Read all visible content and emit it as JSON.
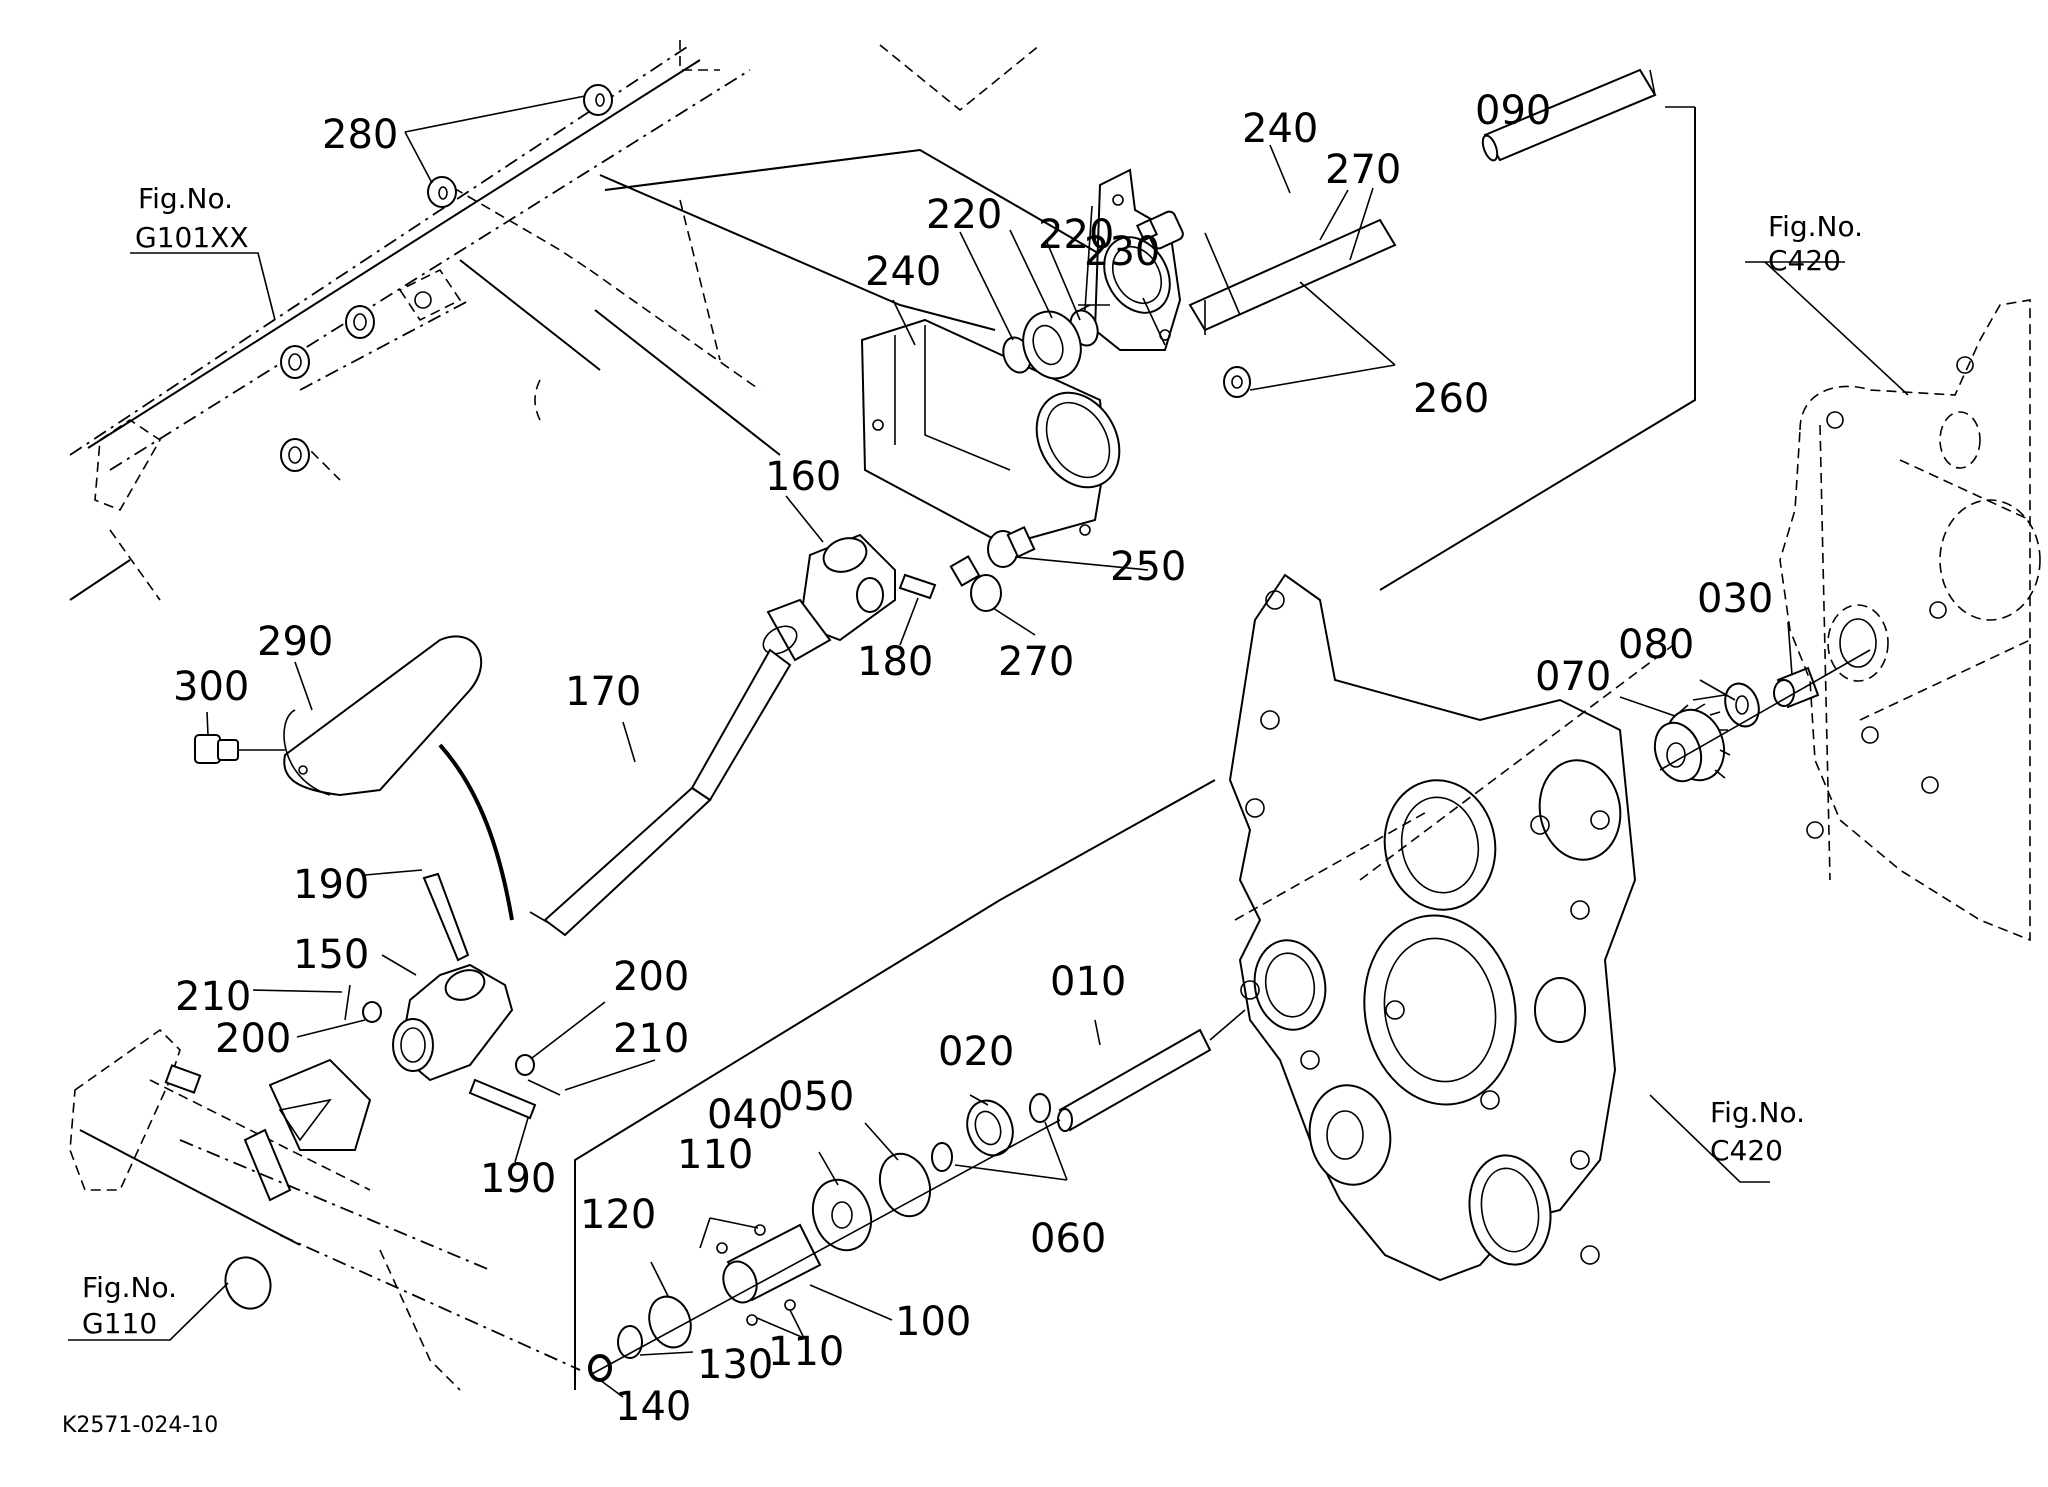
{
  "diagram": {
    "type": "exploded-parts-diagram",
    "drawing_code": "K2571-024-10",
    "figure_references": [
      {
        "id": "fig-g101xx",
        "line1": "Fig.No.",
        "line2": "G101XX"
      },
      {
        "id": "fig-c420-top",
        "line1": "Fig.No.",
        "line2": "C420"
      },
      {
        "id": "fig-c420-bottom",
        "line1": "Fig.No.",
        "line2": "C420"
      },
      {
        "id": "fig-g110",
        "line1": "Fig.No.",
        "line2": "G110"
      }
    ],
    "callouts": [
      {
        "key": "c280",
        "number": "280"
      },
      {
        "key": "c240a",
        "number": "240"
      },
      {
        "key": "c270a",
        "number": "270"
      },
      {
        "key": "c090",
        "number": "090"
      },
      {
        "key": "c230",
        "number": "230"
      },
      {
        "key": "c220a",
        "number": "220"
      },
      {
        "key": "c220b",
        "number": "220"
      },
      {
        "key": "c240b",
        "number": "240"
      },
      {
        "key": "c260",
        "number": "260"
      },
      {
        "key": "c160",
        "number": "160"
      },
      {
        "key": "c250",
        "number": "250"
      },
      {
        "key": "c180",
        "number": "180"
      },
      {
        "key": "c270b",
        "number": "270"
      },
      {
        "key": "c290",
        "number": "290"
      },
      {
        "key": "c300",
        "number": "300"
      },
      {
        "key": "c170",
        "number": "170"
      },
      {
        "key": "c030",
        "number": "030"
      },
      {
        "key": "c080",
        "number": "080"
      },
      {
        "key": "c070",
        "number": "070"
      },
      {
        "key": "c190a",
        "number": "190"
      },
      {
        "key": "c150",
        "number": "150"
      },
      {
        "key": "c210a",
        "number": "210"
      },
      {
        "key": "c200a",
        "number": "200"
      },
      {
        "key": "c200b",
        "number": "200"
      },
      {
        "key": "c210b",
        "number": "210"
      },
      {
        "key": "c010",
        "number": "010"
      },
      {
        "key": "c020",
        "number": "020"
      },
      {
        "key": "c050",
        "number": "050"
      },
      {
        "key": "c040",
        "number": "040"
      },
      {
        "key": "c190b",
        "number": "190"
      },
      {
        "key": "c060",
        "number": "060"
      },
      {
        "key": "c110a",
        "number": "110"
      },
      {
        "key": "c120",
        "number": "120"
      },
      {
        "key": "c100",
        "number": "100"
      },
      {
        "key": "c110b",
        "number": "110"
      },
      {
        "key": "c130",
        "number": "130"
      },
      {
        "key": "c140",
        "number": "140"
      }
    ]
  }
}
